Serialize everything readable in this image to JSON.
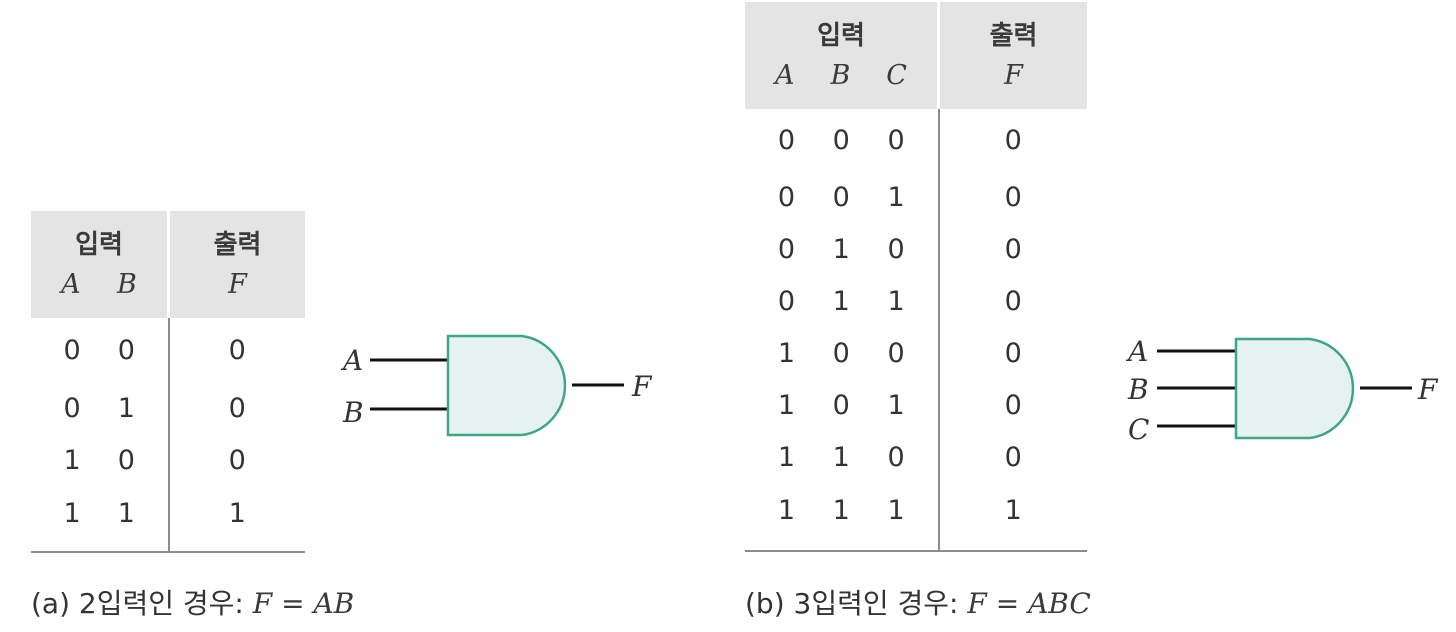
{
  "table_a": {
    "input_header": "입력",
    "output_header": "출력",
    "input_vars": [
      "A",
      "B"
    ],
    "output_var": "F",
    "rows": [
      [
        "0",
        "0",
        "0"
      ],
      [
        "0",
        "1",
        "0"
      ],
      [
        "1",
        "0",
        "0"
      ],
      [
        "1",
        "1",
        "1"
      ]
    ]
  },
  "gate_a": {
    "inputs": [
      "A",
      "B"
    ],
    "output": "F"
  },
  "caption_a": {
    "prefix": "(a) 2입력인 경우: ",
    "expr": "F = AB"
  },
  "table_b": {
    "input_header": "입력",
    "output_header": "출력",
    "input_vars": [
      "A",
      "B",
      "C"
    ],
    "output_var": "F",
    "rows": [
      [
        "0",
        "0",
        "0",
        "0"
      ],
      [
        "0",
        "0",
        "1",
        "0"
      ],
      [
        "0",
        "1",
        "0",
        "0"
      ],
      [
        "0",
        "1",
        "1",
        "0"
      ],
      [
        "1",
        "0",
        "0",
        "0"
      ],
      [
        "1",
        "0",
        "1",
        "0"
      ],
      [
        "1",
        "1",
        "0",
        "0"
      ],
      [
        "1",
        "1",
        "1",
        "1"
      ]
    ]
  },
  "gate_b": {
    "inputs": [
      "A",
      "B",
      "C"
    ],
    "output": "F"
  },
  "caption_b": {
    "prefix": "(b) 3입력인 경우: ",
    "expr": "F = ABC"
  },
  "colors": {
    "gate_fill": "#e6f2ef",
    "gate_stroke": "#3ea58c",
    "header_bg": "#e4e4e4"
  }
}
